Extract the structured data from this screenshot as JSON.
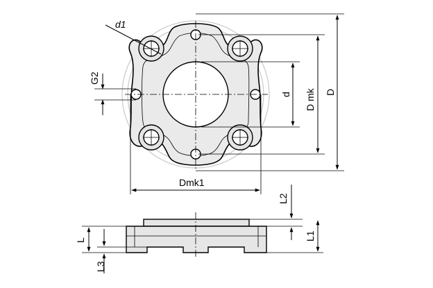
{
  "labels": {
    "d1": "d1",
    "g2": "G2",
    "d": "d",
    "dmk": "D mk",
    "D": "D",
    "dmk1": "Dmk1",
    "l2": "L2",
    "l": "L",
    "l1": "L1",
    "l3": "L3"
  },
  "colors": {
    "line": "#000000",
    "part_fill": "#e6e6e6",
    "outer_circle": "#c9c9c9",
    "background": "#ffffff"
  }
}
